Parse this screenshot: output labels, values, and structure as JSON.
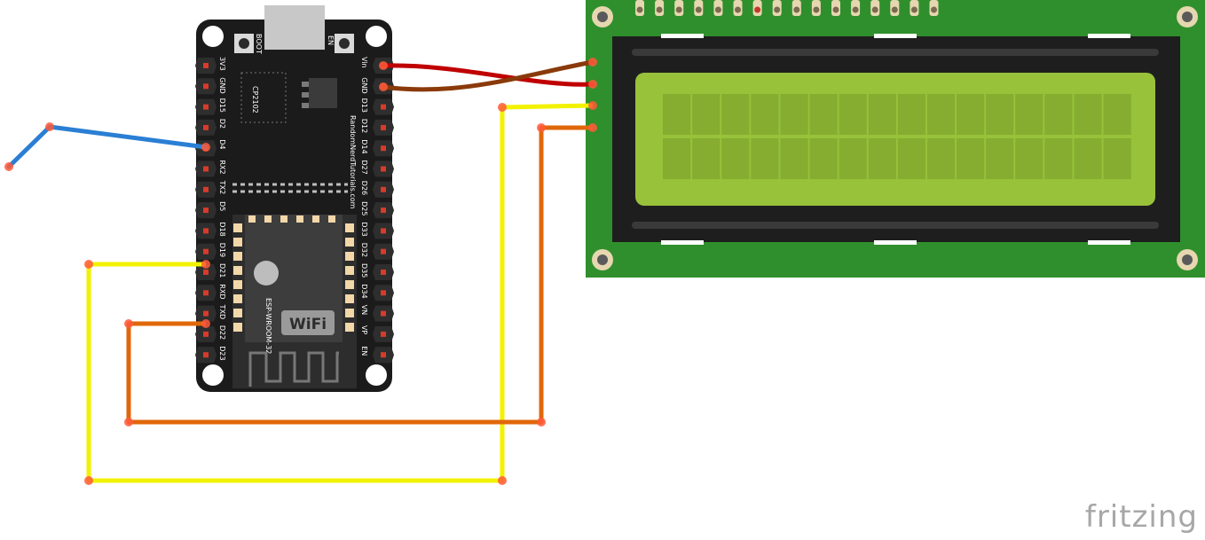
{
  "board": {
    "vendor_text": "RandomNerdTutorials.com",
    "chip_label": "CP2102",
    "module_label": "ESP-WROOM-32",
    "wifi_label": "WiFi",
    "boot_label": "BOOT",
    "en_label": "EN",
    "left_pins": [
      "3V3",
      "GND",
      "D15",
      "D2",
      "D4",
      "RX2",
      "TX2",
      "D5",
      "D18",
      "D19",
      "D21",
      "RXD",
      "TXD",
      "D22",
      "D23"
    ],
    "right_pins": [
      "Vin",
      "GND",
      "D13",
      "D12",
      "D14",
      "D27",
      "D26",
      "D25",
      "D33",
      "D32",
      "D35",
      "D34",
      "VN",
      "VP",
      "EN"
    ]
  },
  "lcd": {
    "columns": 16,
    "rows": 2,
    "header_pins": 16
  },
  "wires": [
    {
      "name": "vin-wire",
      "color": "#c00000"
    },
    {
      "name": "gnd-wire",
      "color": "#8a3a0a"
    },
    {
      "name": "sda-wire",
      "color": "#f2f200"
    },
    {
      "name": "scl-wire",
      "color": "#e0670a"
    },
    {
      "name": "d4-wire",
      "color": "#2a7fd4"
    }
  ],
  "footer": {
    "brand": "fritzing"
  }
}
